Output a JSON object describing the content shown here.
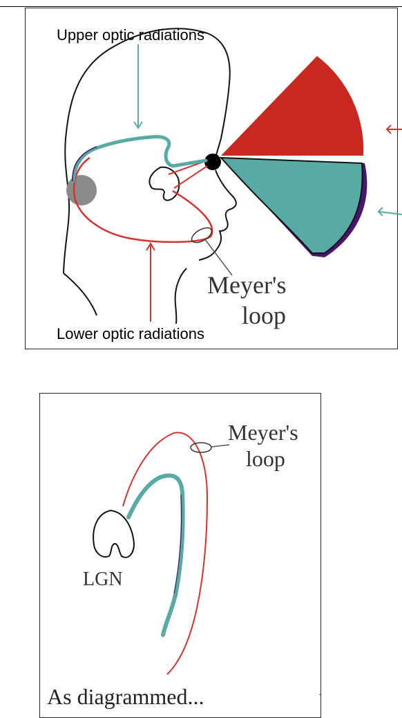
{
  "top_diagram": {
    "label_upper": "Upper optic radiations",
    "label_lower": "Lower optic radiations",
    "label_meyers_1": "Meyer's",
    "label_meyers_2": "loop"
  },
  "bottom_diagram": {
    "label_meyers_1": "Meyer's",
    "label_meyers_2": "loop",
    "label_lgn": "LGN",
    "caption": "As diagrammed..."
  },
  "colors": {
    "upper_teal": "#58aaa4",
    "lower_red": "#d8312a",
    "red_field": "#c9281e",
    "outline": "#111111",
    "purple_edge": "#4a1470"
  }
}
